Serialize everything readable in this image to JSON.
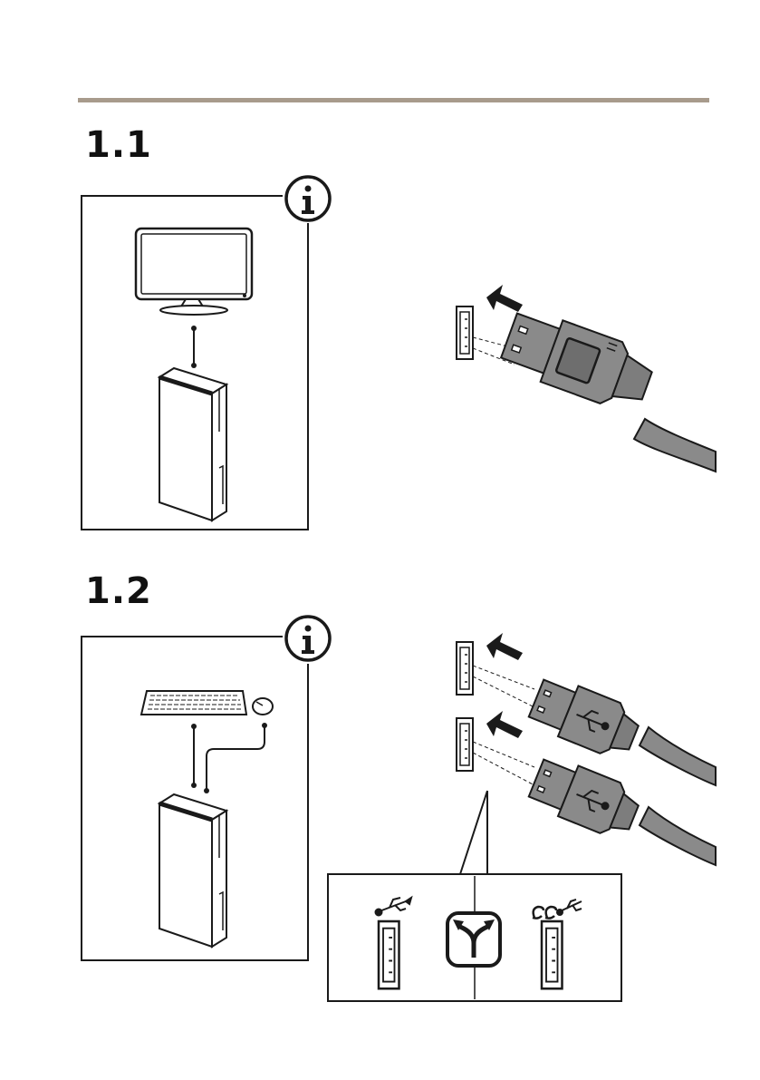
{
  "colors": {
    "divider": "#a89b8c",
    "connector_fill": "#8a8a8a",
    "connector_dark": "#6e6e6e",
    "stroke": "#1a1a1a"
  },
  "sections": [
    {
      "step": "1.1",
      "info_icon": "info-icon",
      "note_items": [
        "monitor-icon",
        "computer-tower-icon"
      ],
      "illustration": "usb-plug-insert"
    },
    {
      "step": "1.2",
      "info_icon": "info-icon",
      "note_items": [
        "keyboard-icon",
        "mouse-icon",
        "computer-tower-icon"
      ],
      "illustration": "two-usb-plugs-insert",
      "detail_icons": [
        "usb-symbol-icon",
        "fork-arrow-icon",
        "usb-superspeed-icon"
      ]
    }
  ]
}
